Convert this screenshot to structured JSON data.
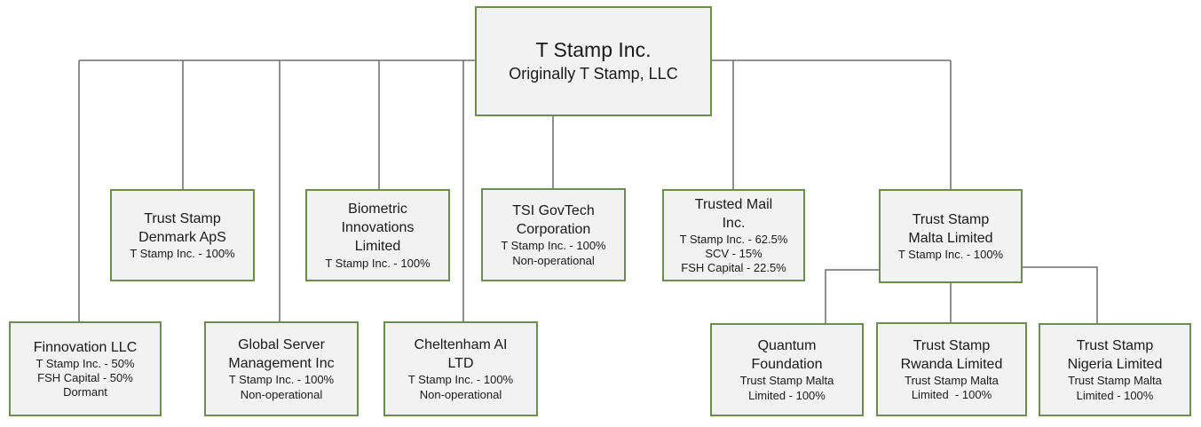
{
  "diagram": {
    "type": "org-chart",
    "colors": {
      "node_fill": "#f2f2f2",
      "node_border": "#6e8c50",
      "connector": "#6b6b6b",
      "text": "#1a1a1a",
      "background": "#ffffff"
    },
    "nodes": {
      "root": {
        "title": "T Stamp Inc.",
        "subtitle": "Originally T Stamp, LLC"
      },
      "denmark": {
        "title": "Trust Stamp\nDenmark ApS",
        "detail": "T Stamp Inc. - 100%"
      },
      "biometric": {
        "title": "Biometric\nInnovations\nLimited",
        "detail": "T Stamp Inc. - 100%"
      },
      "tsi": {
        "title": "TSI GovTech\nCorporation",
        "detail": "T Stamp Inc. - 100%\nNon-operational"
      },
      "trusted_mail": {
        "title": "Trusted Mail\nInc.",
        "detail": "T Stamp Inc. - 62.5%\nSCV - 15%\nFSH Capital - 22.5%"
      },
      "malta": {
        "title": "Trust Stamp\nMalta Limited",
        "detail": "T Stamp Inc. - 100%"
      },
      "finnovation": {
        "title": "Finnovation LLC",
        "detail": "T Stamp Inc. - 50%\nFSH Capital - 50%\nDormant"
      },
      "gsm": {
        "title": "Global Server\nManagement Inc",
        "detail": "T Stamp Inc. - 100%\nNon-operational"
      },
      "cheltenham": {
        "title": "Cheltenham AI\nLTD",
        "detail": "T Stamp Inc. - 100%\nNon-operational"
      },
      "quantum": {
        "title": "Quantum\nFoundation",
        "detail": "Trust Stamp Malta\nLimited - 100%"
      },
      "rwanda": {
        "title": "Trust Stamp\nRwanda Limited",
        "detail": "Trust Stamp Malta\nLimited  - 100%"
      },
      "nigeria": {
        "title": "Trust Stamp\nNigeria Limited",
        "detail": "Trust Stamp Malta\nLimited - 100%"
      }
    },
    "edges": [
      {
        "from": "T Stamp Inc.",
        "to": "Finnovation LLC"
      },
      {
        "from": "T Stamp Inc.",
        "to": "Trust Stamp Denmark ApS"
      },
      {
        "from": "T Stamp Inc.",
        "to": "Global Server Management Inc"
      },
      {
        "from": "T Stamp Inc.",
        "to": "Biometric Innovations Limited"
      },
      {
        "from": "T Stamp Inc.",
        "to": "Cheltenham AI LTD"
      },
      {
        "from": "T Stamp Inc.",
        "to": "TSI GovTech Corporation"
      },
      {
        "from": "T Stamp Inc.",
        "to": "Trusted Mail Inc."
      },
      {
        "from": "T Stamp Inc.",
        "to": "Trust Stamp Malta Limited"
      },
      {
        "from": "Trust Stamp Malta Limited",
        "to": "Quantum Foundation"
      },
      {
        "from": "Trust Stamp Malta Limited",
        "to": "Trust Stamp Rwanda Limited"
      },
      {
        "from": "Trust Stamp Malta Limited",
        "to": "Trust Stamp Nigeria Limited"
      }
    ]
  }
}
